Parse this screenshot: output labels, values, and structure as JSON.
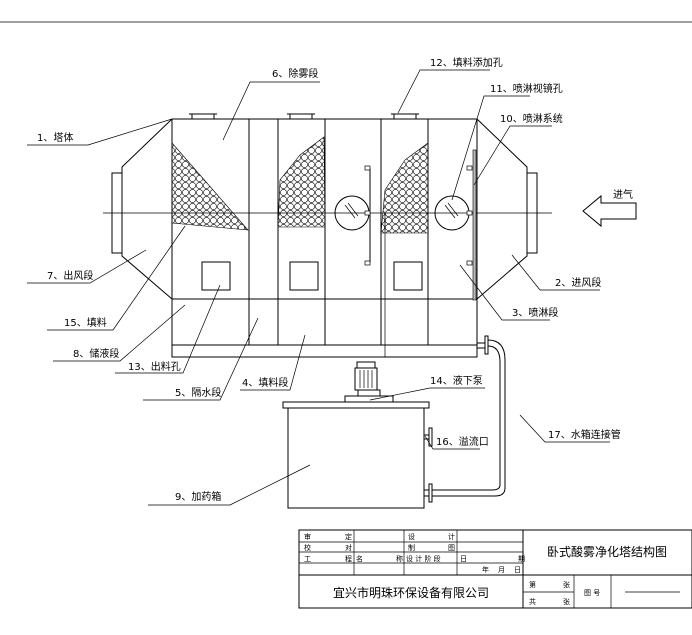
{
  "labels": {
    "l1": "1、塔体",
    "l2": "2、进风段",
    "l3": "3、喷淋段",
    "l4": "4、填料段",
    "l5": "5、隔水段",
    "l6": "6、除雾段",
    "l7": "7、出风段",
    "l8": "8、储液段",
    "l9": "9、加药箱",
    "l10": "10、喷淋系统",
    "l11": "11、喷淋视镜孔",
    "l12": "12、填料添加孔",
    "l13": "13、出料孔",
    "l14": "14、液下泵",
    "l15": "15、填料",
    "l16": "16、溢流口",
    "l17": "17、水箱连接管",
    "inlet": "进气"
  },
  "title_block": {
    "approve": [
      "审",
      "定"
    ],
    "design": [
      "设",
      "计"
    ],
    "check": [
      "校",
      "对"
    ],
    "draw": [
      "制",
      "图"
    ],
    "project": [
      "工",
      "程",
      "名",
      "称"
    ],
    "stage": "设 计 阶 段",
    "date": [
      "日",
      "期"
    ],
    "ymd": [
      "年",
      "月",
      "日"
    ],
    "title": "卧式酸雾净化塔结构图",
    "company": "宜兴市明珠环保设备有限公司",
    "sheet": [
      "第",
      "张"
    ],
    "total": [
      "共",
      "张"
    ],
    "drawing_no": "图 号"
  }
}
